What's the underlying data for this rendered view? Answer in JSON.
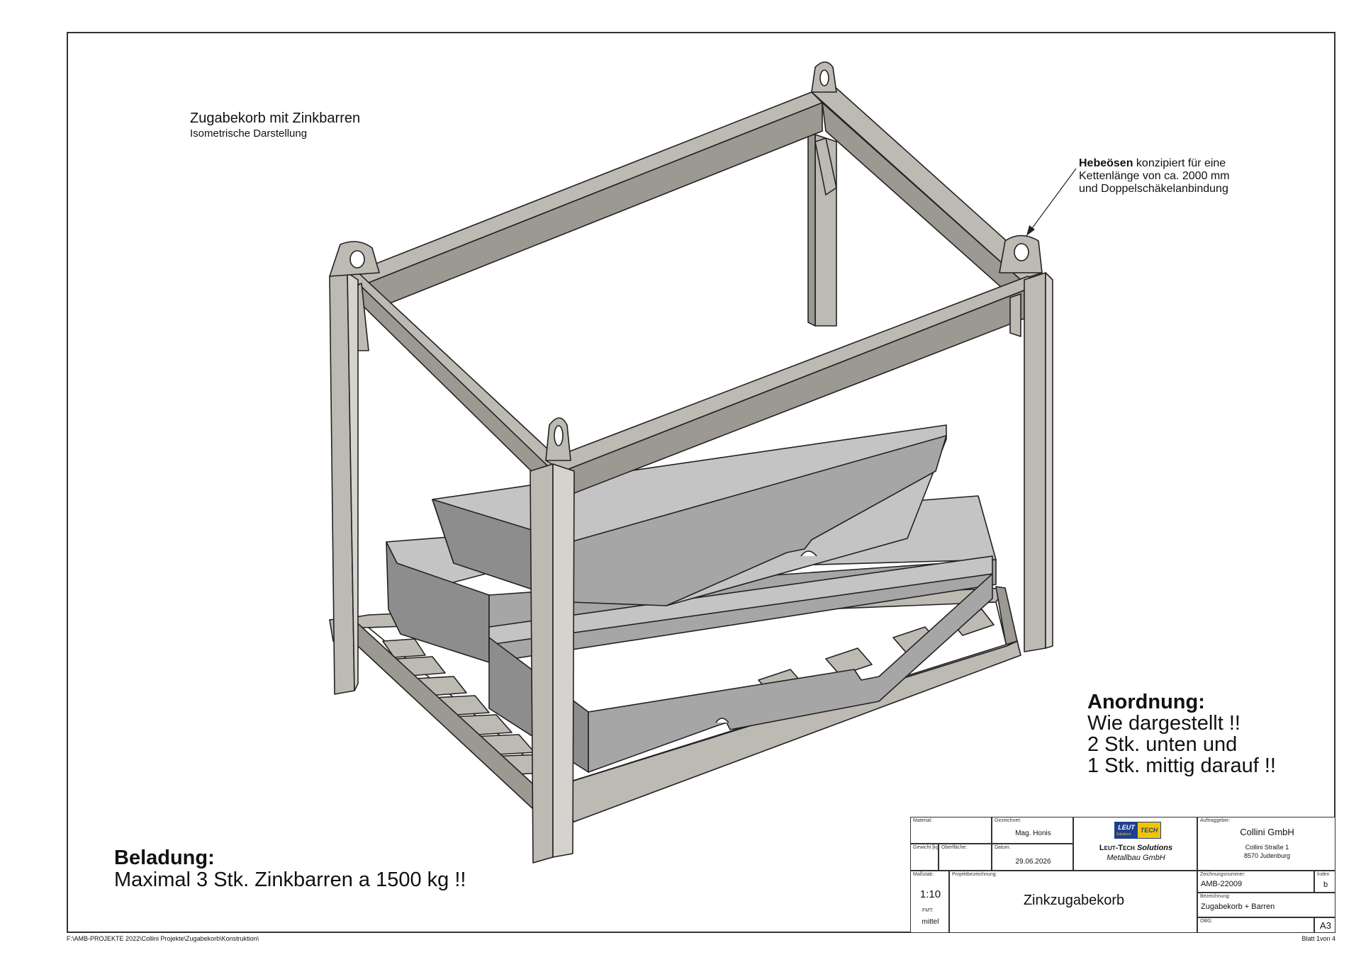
{
  "heading": {
    "title": "Zugabekorb mit Zinkbarren",
    "subtitle": "Isometrische Darstellung"
  },
  "note": {
    "bold": "Hebeösen",
    "line1_rest": " konzipiert für eine",
    "line2": "Kettenlänge von ca. 2000 mm",
    "line3": "und Doppelschäkelanbindung"
  },
  "arrangement": {
    "heading": "Anordnung:",
    "lines": [
      "Wie dargestellt !!",
      "2 Stk. unten und",
      "1 Stk. mittig darauf !!"
    ]
  },
  "loading": {
    "heading": "Beladung:",
    "line": "Maximal 3 Stk. Zinkbarren a 1500 kg !!"
  },
  "footer": {
    "path": "F:\\AMB-PROJEKTE 2022\\Collini Projekte\\Zugabekorb\\Konstruktion\\",
    "sheet": "Blatt 1von 4"
  },
  "title_block": {
    "material_label": "Material:",
    "drawn_label": "Gezeichnet:",
    "drawn_value": "Mag. Honis",
    "weight_label": "Gewicht [kg]:",
    "surface_label": "Oberfläche:",
    "date_label": "Datum:",
    "date_value": "29.06.2026",
    "scale_label": "Maßstab:",
    "scale_value": "1:10",
    "project_label": "Projektbezeichnung:",
    "project_value": "Zinkzugabekorb",
    "fmt_label": "FMT:",
    "fmt_value": "mittel",
    "logo_left": "LEUT",
    "logo_right": "TECH",
    "logo_small": "Solutions",
    "company_line1_a": "Leut-Tech",
    "company_line1_b": "Solutions",
    "company_line2": "Metallbau GmbH",
    "client_label": "Auftraggeber:",
    "client_name": "Collini GmbH",
    "client_street": "Collini Straße 1",
    "client_city": "8570 Judenburg",
    "drawing_no_label": "Zeichnungsnummer:",
    "drawing_no": "AMB-22009",
    "index_label": "Index",
    "index_value": "b",
    "designation_label": "Bezeichnung:",
    "designation": "Zugabekorb + Barren",
    "obg_label": "OBG:",
    "format": "A3"
  },
  "colors": {
    "frame_steel": "#bdbab4",
    "frame_dark": "#9c9892",
    "bar_top": "#c4c4c4",
    "bar_side": "#8d8d8d",
    "bar_front": "#a6a6a6",
    "logo_blue": "#1f3f8f",
    "logo_yellow": "#f4c400"
  }
}
